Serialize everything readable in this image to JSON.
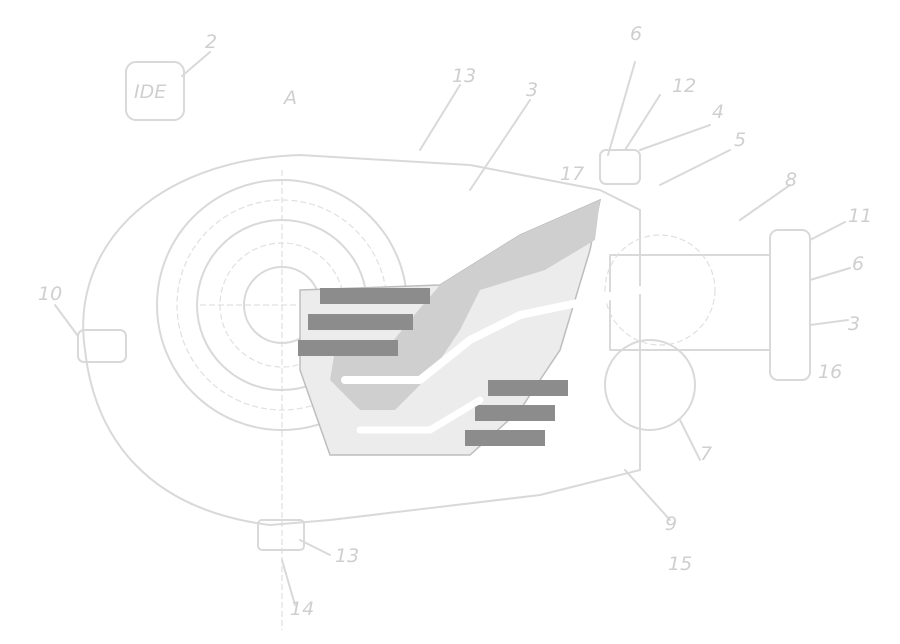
{
  "drawing": {
    "view_label": "A",
    "logo_text": "IDE",
    "labels": [
      "2",
      "13",
      "3",
      "6",
      "12",
      "4",
      "5",
      "8",
      "11",
      "6",
      "3",
      "7",
      "9",
      "10",
      "13",
      "14",
      "15",
      "16",
      "17"
    ]
  }
}
